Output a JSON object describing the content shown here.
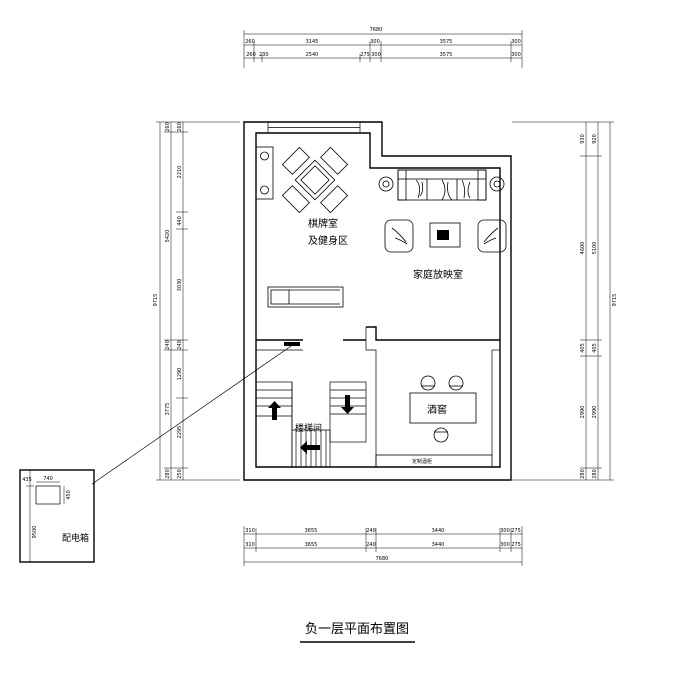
{
  "title": "负一层平面布置图",
  "rooms": {
    "chess": [
      "棋牌室",
      "及健身区"
    ],
    "cinema": "家庭放映室",
    "wine": "酒窖",
    "stairs": "楼梯间",
    "cabinet": "定制酒柜",
    "electric": "配电箱"
  },
  "top_dims": {
    "overall": "7680",
    "row1": [
      "260",
      "3145",
      "300",
      "3575",
      "300"
    ],
    "row2": [
      "260",
      "230",
      "2540",
      "275",
      "300",
      "3575",
      "300"
    ]
  },
  "bottom_dims": {
    "overall": "7680",
    "row1": [
      "310",
      "3655",
      "240",
      "3440",
      "300",
      "275"
    ],
    "row2": [
      "310",
      "3655",
      "240",
      "3440",
      "300",
      "275"
    ]
  },
  "left_dims": {
    "overall": "9715",
    "row1": [
      "260",
      "5420",
      "240",
      "3775",
      "280"
    ],
    "row2": [
      "260",
      "2210",
      "440",
      "3030",
      "240",
      "1290",
      "2295",
      "250"
    ]
  },
  "right_dims": {
    "overall": "9715",
    "row1": [
      "930",
      "4600",
      "405",
      "2990",
      "280"
    ],
    "row2": [
      "920",
      "5100",
      "405",
      "2990",
      "280"
    ]
  },
  "inset": {
    "w": "740",
    "h": "450",
    "a": "435",
    "b": "9500"
  }
}
